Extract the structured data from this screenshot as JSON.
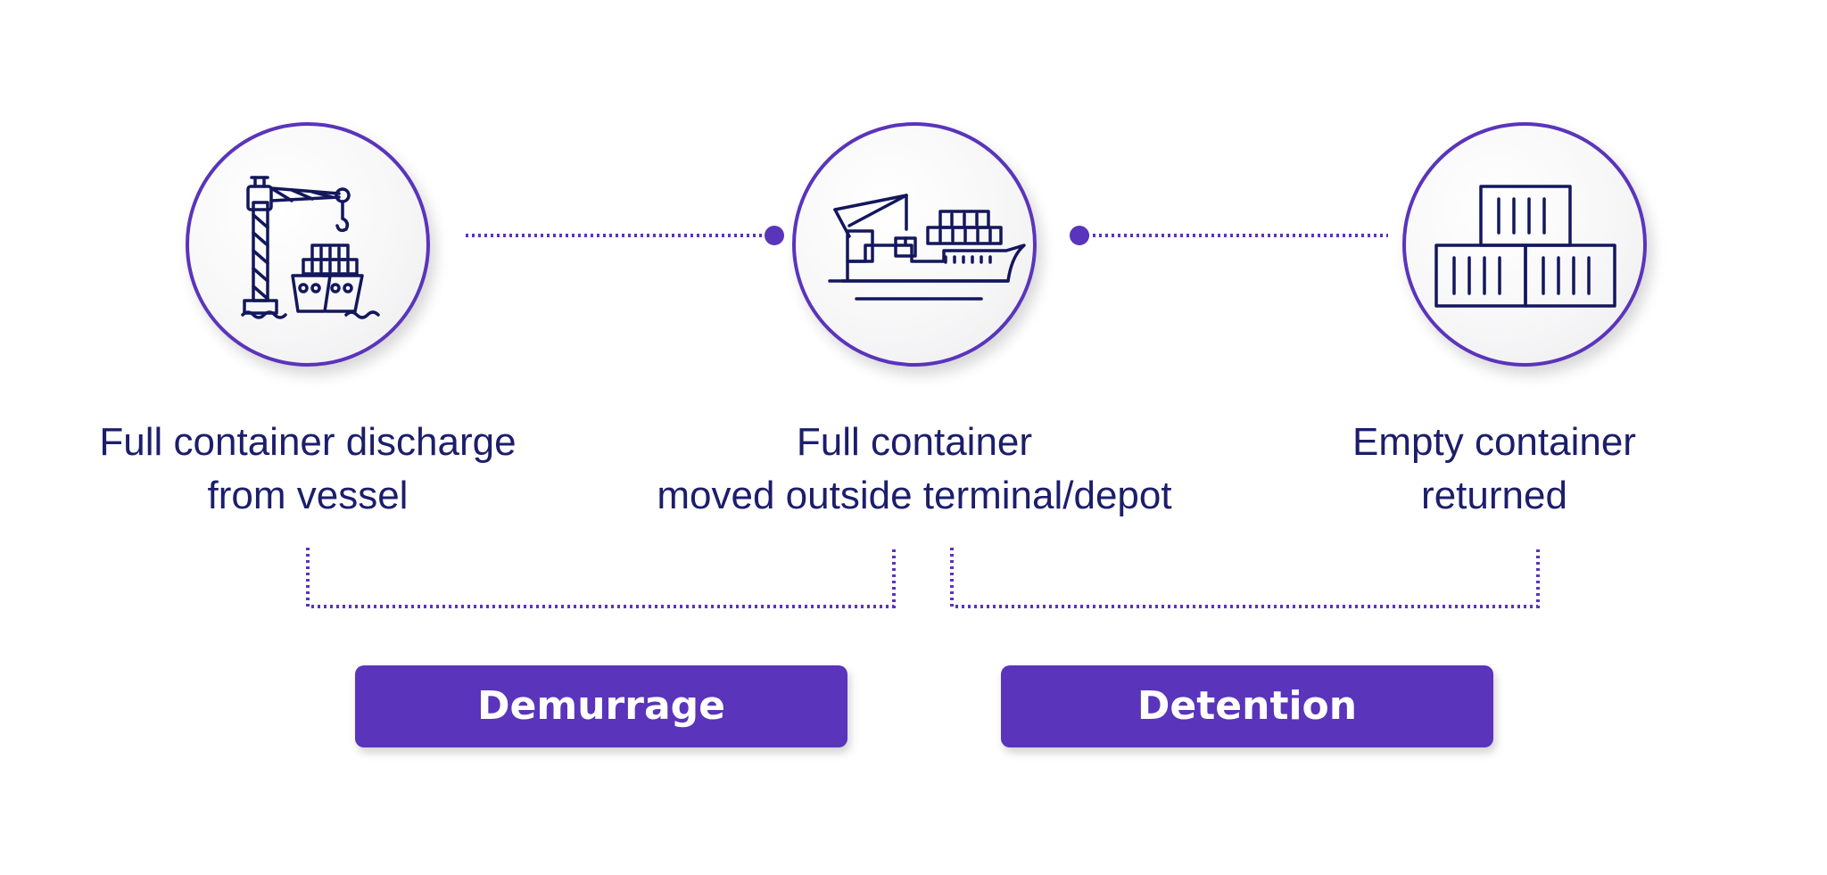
{
  "steps": [
    {
      "icon": "crane-ship-icon",
      "line1": "Full container discharge",
      "line2": "from vessel"
    },
    {
      "icon": "cargo-ship-icon",
      "line1": "Full container",
      "line2": "moved outside terminal/depot"
    },
    {
      "icon": "stacked-containers-icon",
      "line1": "Empty container",
      "line2": "returned"
    }
  ],
  "phases": {
    "demurrage": "Demurrage",
    "detention": "Detention"
  },
  "colors": {
    "accent": "#5a34bb",
    "text": "#1c1e6b",
    "icon": "#13175c"
  }
}
